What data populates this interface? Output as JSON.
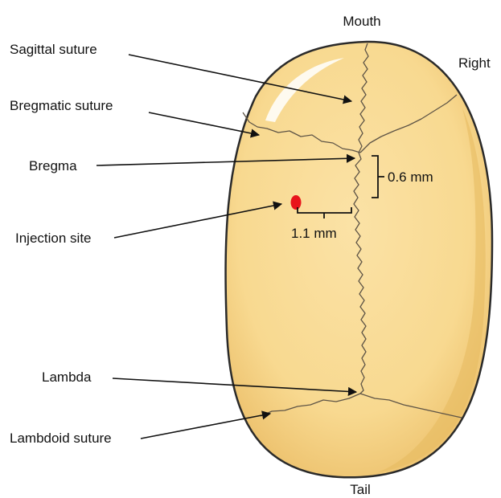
{
  "labels": {
    "mouth": "Mouth",
    "right": "Right",
    "tail": "Tail",
    "sagittal_suture": "Sagittal suture",
    "bregmatic_suture": "Bregmatic suture",
    "bregma": "Bregma",
    "injection_site": "Injection site",
    "lambda": "Lambda",
    "lambdoid_suture": "Lambdoid suture"
  },
  "measurements": {
    "anterior_posterior": "0.6 mm",
    "medial_lateral": "1.1 mm"
  },
  "colors": {
    "skull_fill": "#f9dd99",
    "skull_outline": "#2a2a2a",
    "suture": "#5e5446",
    "injection_site": "#e8141b"
  }
}
